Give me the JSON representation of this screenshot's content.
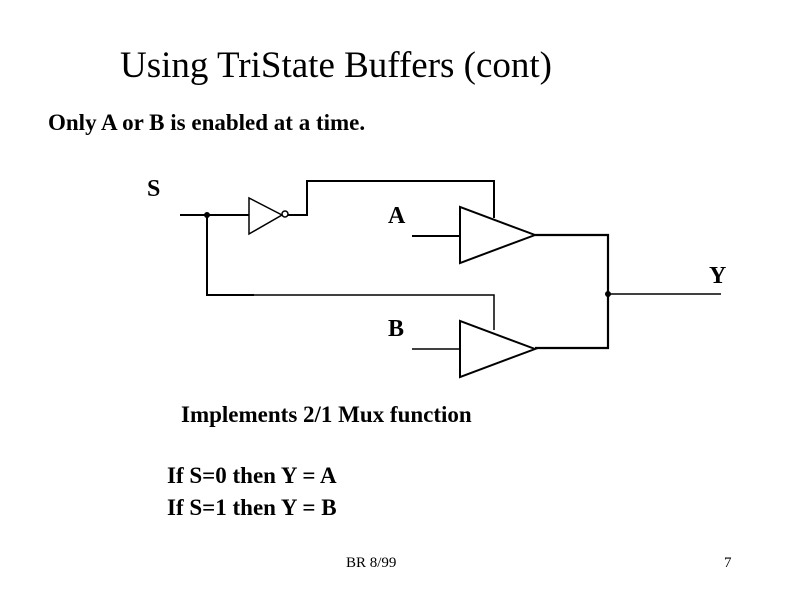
{
  "slide": {
    "title": "Using TriState Buffers  (cont)",
    "subtitle": "Only A or B is enabled at a time.",
    "diagram": {
      "labels": {
        "s": "S",
        "a": "A",
        "b": "B",
        "y": "Y"
      },
      "components": [
        "inverter",
        "tristate-buffer-a",
        "tristate-buffer-b"
      ]
    },
    "caption": "Implements 2/1 Mux function",
    "truth_lines": [
      "If S=0  then Y = A",
      "If S=1  then Y = B"
    ],
    "footer": {
      "author_date": "BR 8/99",
      "page_number": "7"
    }
  }
}
